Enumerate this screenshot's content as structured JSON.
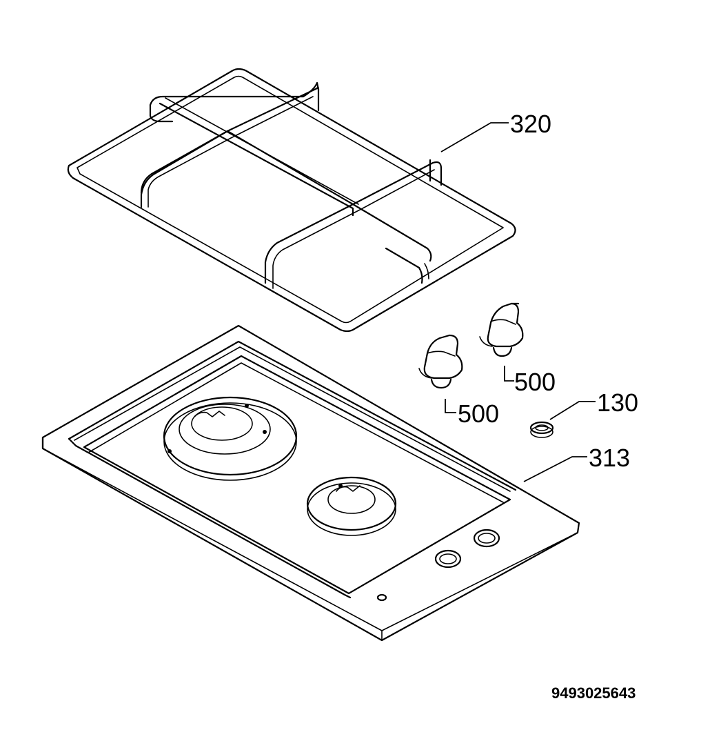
{
  "diagram": {
    "labels": {
      "grid": "320",
      "knob_right": "500",
      "knob_left": "500",
      "spring": "130",
      "hob": "313"
    },
    "document_number": "9493025643"
  }
}
